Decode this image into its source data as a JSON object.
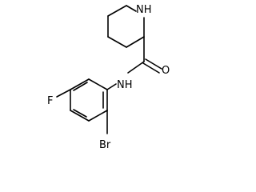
{
  "atoms": {
    "nh_ring": "NH",
    "oxygen": "O",
    "nh_amide": "NH",
    "fluorine": "F",
    "bromine": "Br"
  }
}
